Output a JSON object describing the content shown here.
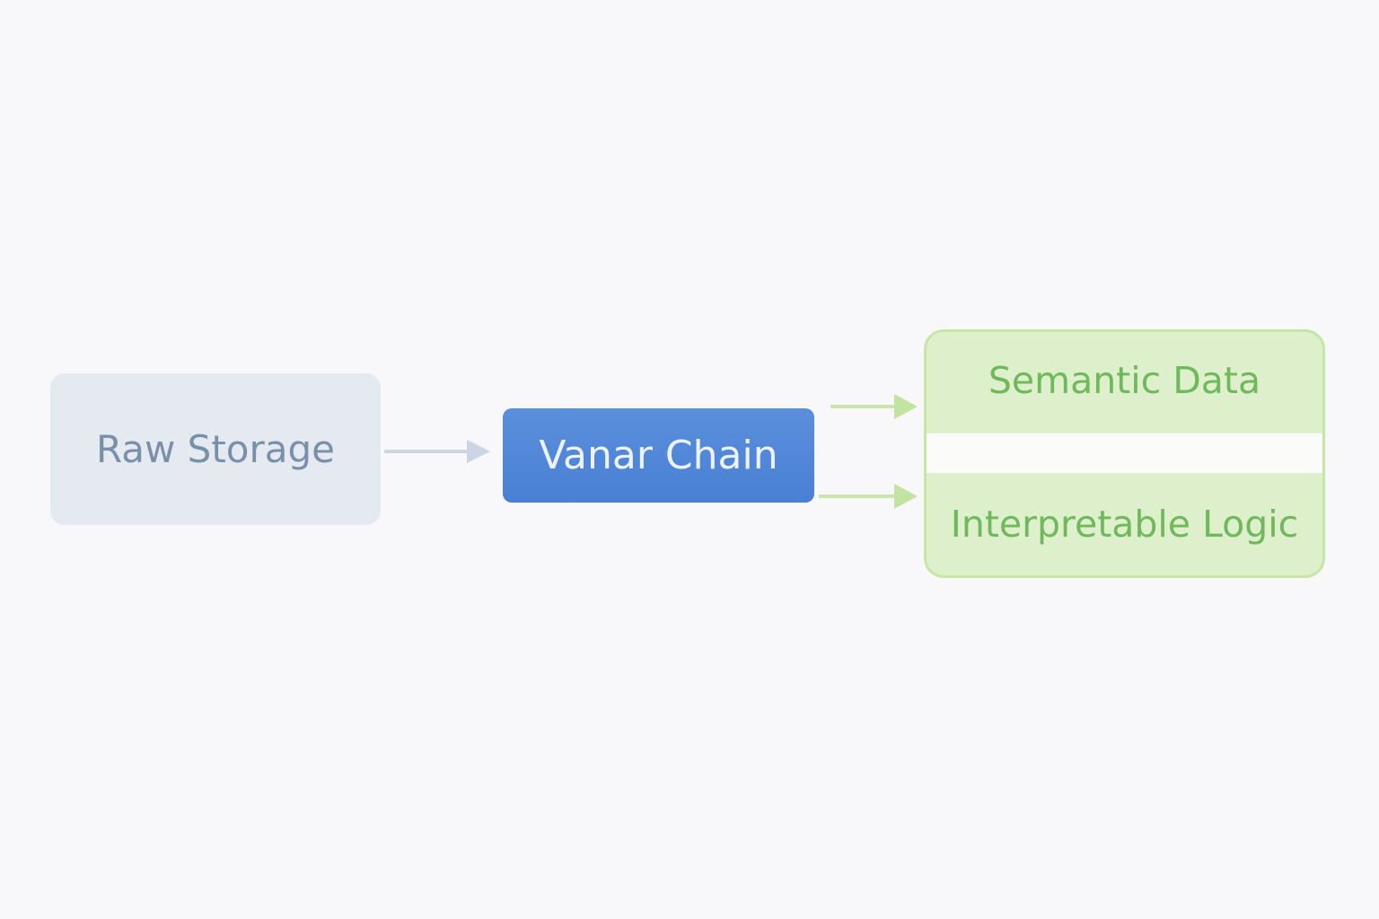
{
  "nodes": {
    "raw_storage": "Raw Storage",
    "vanar_chain": "Vanar Chain",
    "output": {
      "semantic_data": "Semantic Data",
      "interpretable_logic": "Interpretable Logic"
    }
  },
  "colors": {
    "raw": "#e5eaf1",
    "vanar": "#4f86d8",
    "output": "#ddf0cb",
    "output_text": "#6fb85c"
  }
}
